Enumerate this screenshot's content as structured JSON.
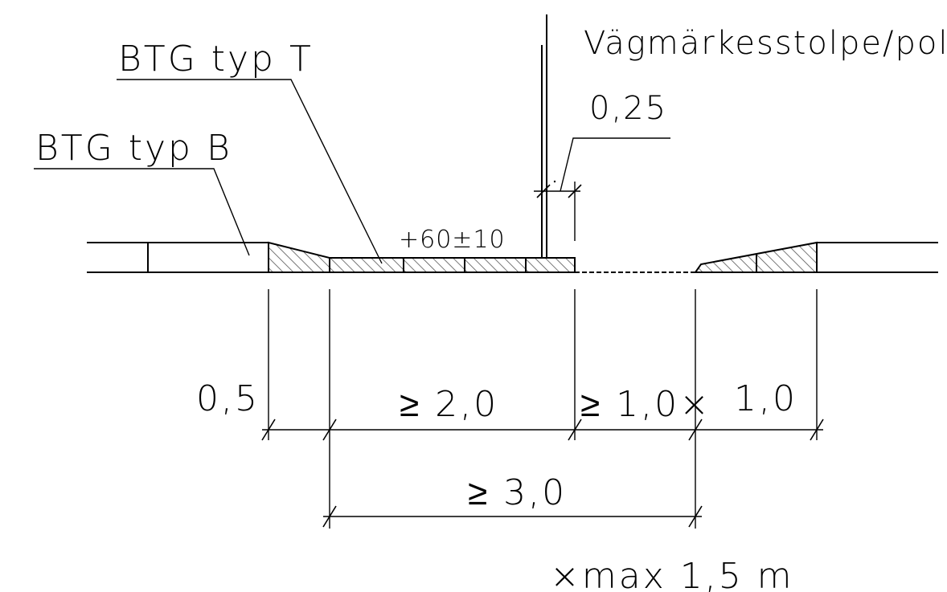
{
  "labels": {
    "btg_typ_t": "BTG typ T",
    "btg_typ_b": "BTG typ B",
    "post": "Vägmärkesstolpe/pollare",
    "post_width": "0,25",
    "height": "+60±10",
    "dim_0_5": "0,5",
    "dim_2_0": "≥ 2,0",
    "dim_1_0_x": "≥ 1,0×",
    "dim_1_0": "1,0",
    "dim_3_0": "≥ 3,0",
    "footnote": "×max 1,5 m"
  },
  "colors": {
    "line": "#000000",
    "hatch": "#555555",
    "background": "#ffffff"
  }
}
